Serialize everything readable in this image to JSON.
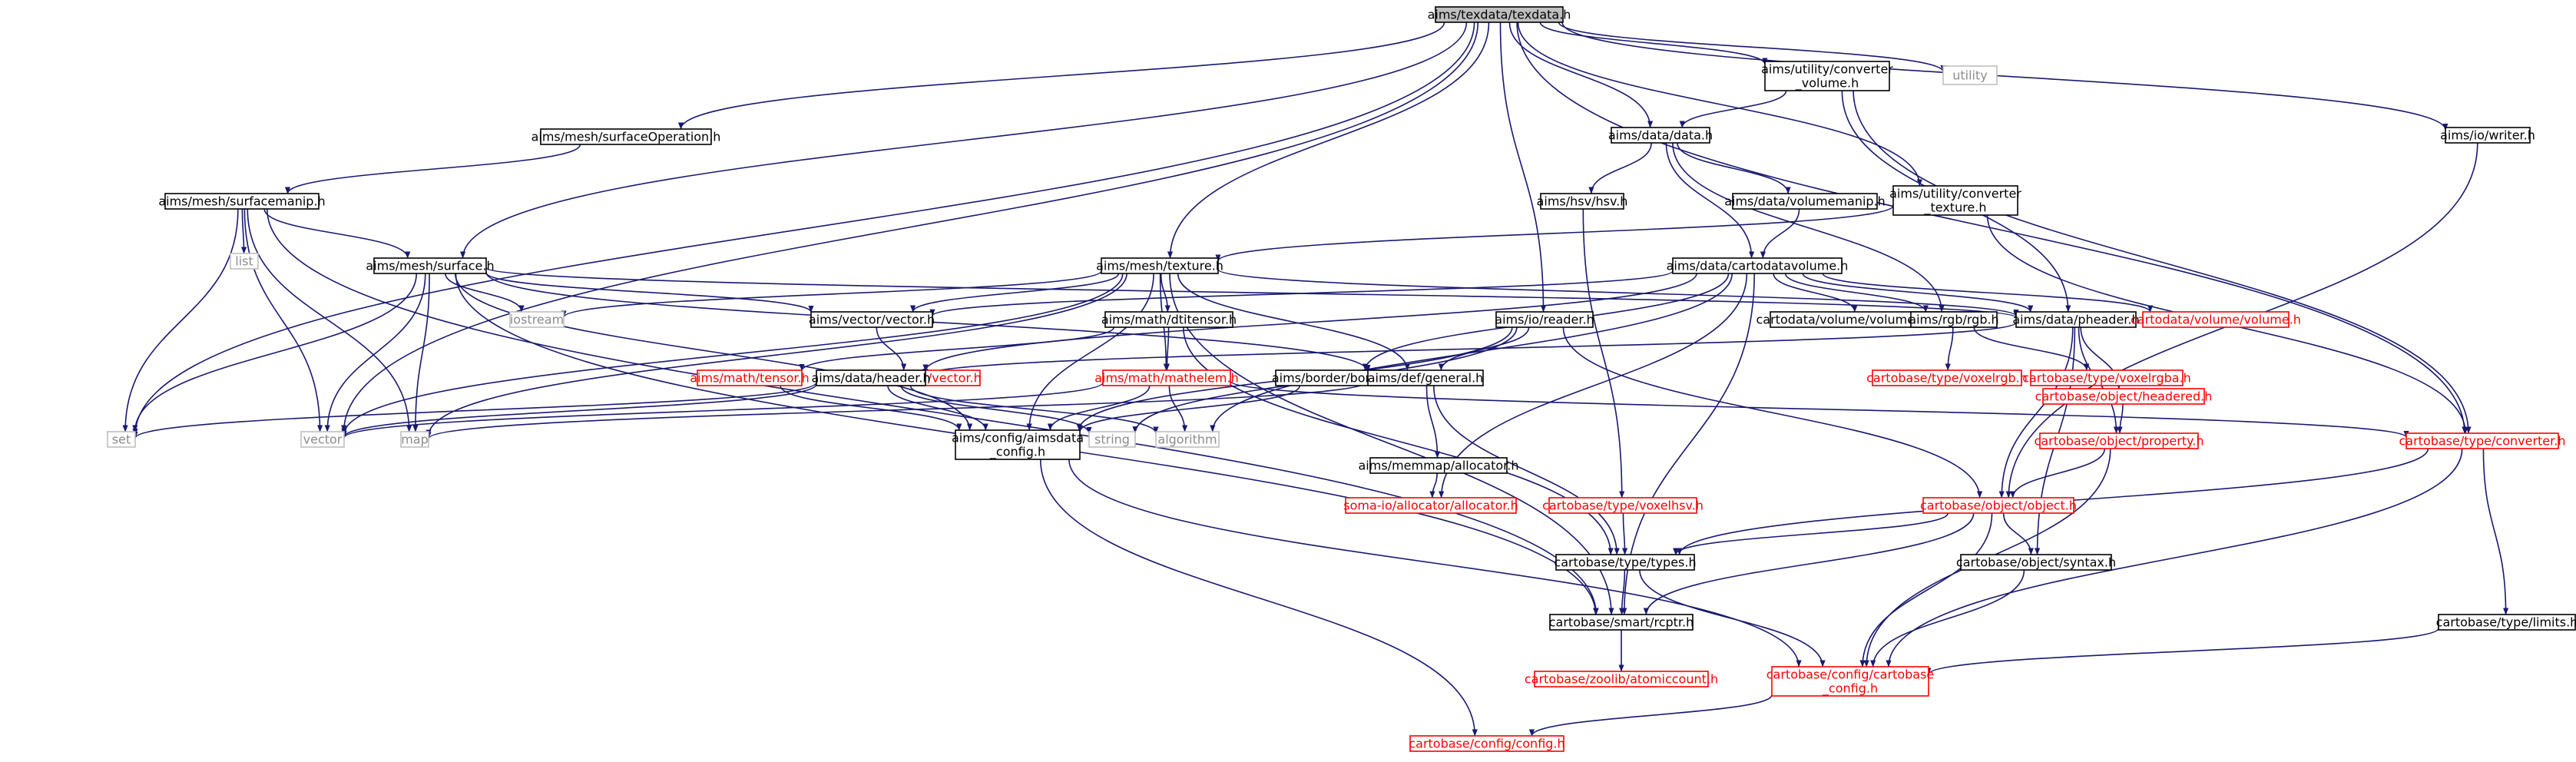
{
  "colors": {
    "edge": "#191970",
    "node_border": "#000000",
    "missing_border": "#ff0000",
    "system_border": "#bfbfbf",
    "root_fill": "#bfbfbf"
  },
  "nodes": [
    {
      "id": "n_texdata",
      "label": [
        "aims/texdata/texdata.h"
      ],
      "style": "root"
    },
    {
      "id": "n_utility",
      "label": [
        "utility"
      ],
      "style": "gray"
    },
    {
      "id": "n_conv_volume",
      "label": [
        "aims/utility/converter",
        "_volume.h"
      ],
      "style": "normal"
    },
    {
      "id": "n_iowriter",
      "label": [
        "aims/io/writer.h"
      ],
      "style": "normal"
    },
    {
      "id": "n_surfop",
      "label": [
        "aims/mesh/surfaceOperation.h"
      ],
      "style": "normal"
    },
    {
      "id": "n_datadata",
      "label": [
        "aims/data/data.h"
      ],
      "style": "normal"
    },
    {
      "id": "n_surfmanip",
      "label": [
        "aims/mesh/surfacemanip.h"
      ],
      "style": "normal"
    },
    {
      "id": "n_list",
      "label": [
        "list"
      ],
      "style": "gray"
    },
    {
      "id": "n_hsv",
      "label": [
        "aims/hsv/hsv.h"
      ],
      "style": "normal"
    },
    {
      "id": "n_volmanip",
      "label": [
        "aims/data/volumemanip.h"
      ],
      "style": "normal"
    },
    {
      "id": "n_conv_texture",
      "label": [
        "aims/utility/converter",
        "_texture.h"
      ],
      "style": "normal"
    },
    {
      "id": "n_surface",
      "label": [
        "aims/mesh/surface.h"
      ],
      "style": "normal"
    },
    {
      "id": "n_texture",
      "label": [
        "aims/mesh/texture.h"
      ],
      "style": "normal"
    },
    {
      "id": "n_cartovol",
      "label": [
        "aims/data/cartodatavolume.h"
      ],
      "style": "normal"
    },
    {
      "id": "n_iostream",
      "label": [
        "iostream"
      ],
      "style": "gray"
    },
    {
      "id": "n_vectorh",
      "label": [
        "aims/vector/vector.h"
      ],
      "style": "normal"
    },
    {
      "id": "n_dtitensor",
      "label": [
        "aims/math/dtitensor.h"
      ],
      "style": "normal"
    },
    {
      "id": "n_reader",
      "label": [
        "aims/io/reader.h"
      ],
      "style": "normal"
    },
    {
      "id": "n_volops",
      "label": [
        "cartodata/volume/volumeoperators.h"
      ],
      "style": "normal"
    },
    {
      "id": "n_rgb",
      "label": [
        "aims/rgb/rgb.h"
      ],
      "style": "normal"
    },
    {
      "id": "n_pheader",
      "label": [
        "aims/data/pheader.h"
      ],
      "style": "normal"
    },
    {
      "id": "n_volumeh",
      "label": [
        "cartodata/volume/volume.h"
      ],
      "style": "red"
    },
    {
      "id": "n_somavec",
      "label": [
        "soma-io/vector/vector.h"
      ],
      "style": "red"
    },
    {
      "id": "n_voxelrgb",
      "label": [
        "cartobase/type/voxelrgb.h"
      ],
      "style": "red"
    },
    {
      "id": "n_voxelrgba",
      "label": [
        "cartobase/type/voxelrgba.h"
      ],
      "style": "red"
    },
    {
      "id": "n_headered",
      "label": [
        "cartobase/object/headered.h"
      ],
      "style": "red"
    },
    {
      "id": "n_tensor",
      "label": [
        "aims/math/tensor.h"
      ],
      "style": "red"
    },
    {
      "id": "n_header",
      "label": [
        "aims/data/header.h"
      ],
      "style": "normal"
    },
    {
      "id": "n_mathelem",
      "label": [
        "aims/math/mathelem.h"
      ],
      "style": "red"
    },
    {
      "id": "n_border",
      "label": [
        "aims/border/border.h"
      ],
      "style": "normal"
    },
    {
      "id": "n_general",
      "label": [
        "aims/def/general.h"
      ],
      "style": "normal"
    },
    {
      "id": "n_set",
      "label": [
        "set"
      ],
      "style": "gray"
    },
    {
      "id": "n_vector",
      "label": [
        "vector"
      ],
      "style": "gray"
    },
    {
      "id": "n_map",
      "label": [
        "map"
      ],
      "style": "gray"
    },
    {
      "id": "n_aimsconfig",
      "label": [
        "aims/config/aimsdata",
        "_config.h"
      ],
      "style": "normal"
    },
    {
      "id": "n_string",
      "label": [
        "string"
      ],
      "style": "gray"
    },
    {
      "id": "n_algorithm",
      "label": [
        "algorithm"
      ],
      "style": "gray"
    },
    {
      "id": "n_allocatorh",
      "label": [
        "aims/memmap/allocator.h"
      ],
      "style": "normal"
    },
    {
      "id": "n_property",
      "label": [
        "cartobase/object/property.h"
      ],
      "style": "red"
    },
    {
      "id": "n_converter",
      "label": [
        "cartobase/type/converter.h"
      ],
      "style": "red"
    },
    {
      "id": "n_somaalloc",
      "label": [
        "soma-io/allocator/allocator.h"
      ],
      "style": "red"
    },
    {
      "id": "n_voxelhsv",
      "label": [
        "cartobase/type/voxelhsv.h"
      ],
      "style": "red"
    },
    {
      "id": "n_object",
      "label": [
        "cartobase/object/object.h"
      ],
      "style": "red"
    },
    {
      "id": "n_types",
      "label": [
        "cartobase/type/types.h"
      ],
      "style": "normal"
    },
    {
      "id": "n_syntax",
      "label": [
        "cartobase/object/syntax.h"
      ],
      "style": "normal"
    },
    {
      "id": "n_rcptr",
      "label": [
        "cartobase/smart/rcptr.h"
      ],
      "style": "normal"
    },
    {
      "id": "n_limits",
      "label": [
        "cartobase/type/limits.h"
      ],
      "style": "normal"
    },
    {
      "id": "n_atomic",
      "label": [
        "cartobase/zoolib/atomiccount.h"
      ],
      "style": "red"
    },
    {
      "id": "n_cbconfig",
      "label": [
        "cartobase/config/cartobase",
        "_config.h"
      ],
      "style": "red"
    },
    {
      "id": "n_config",
      "label": [
        "cartobase/config/config.h"
      ],
      "style": "red"
    }
  ],
  "edges": [
    [
      "n_texdata",
      "n_utility"
    ],
    [
      "n_texdata",
      "n_conv_volume"
    ],
    [
      "n_texdata",
      "n_iowriter"
    ],
    [
      "n_texdata",
      "n_surfop"
    ],
    [
      "n_texdata",
      "n_datadata"
    ],
    [
      "n_texdata",
      "n_conv_texture"
    ],
    [
      "n_texdata",
      "n_surface"
    ],
    [
      "n_texdata",
      "n_texture"
    ],
    [
      "n_texdata",
      "n_reader"
    ],
    [
      "n_texdata",
      "n_set"
    ],
    [
      "n_texdata",
      "n_vector"
    ],
    [
      "n_texdata",
      "n_converter"
    ],
    [
      "n_conv_volume",
      "n_datadata"
    ],
    [
      "n_conv_volume",
      "n_pheader"
    ],
    [
      "n_conv_volume",
      "n_converter"
    ],
    [
      "n_iowriter",
      "n_object"
    ],
    [
      "n_surfop",
      "n_surfmanip"
    ],
    [
      "n_datadata",
      "n_hsv"
    ],
    [
      "n_datadata",
      "n_volmanip"
    ],
    [
      "n_datadata",
      "n_cartovol"
    ],
    [
      "n_datadata",
      "n_rgb"
    ],
    [
      "n_surfmanip",
      "n_list"
    ],
    [
      "n_surfmanip",
      "n_surface"
    ],
    [
      "n_surfmanip",
      "n_set"
    ],
    [
      "n_surfmanip",
      "n_vector"
    ],
    [
      "n_surfmanip",
      "n_map"
    ],
    [
      "n_surfmanip",
      "n_rcptr"
    ],
    [
      "n_hsv",
      "n_voxelhsv"
    ],
    [
      "n_volmanip",
      "n_cartovol"
    ],
    [
      "n_conv_texture",
      "n_texture"
    ],
    [
      "n_conv_texture",
      "n_converter"
    ],
    [
      "n_surface",
      "n_iostream"
    ],
    [
      "n_surface",
      "n_vectorh"
    ],
    [
      "n_surface",
      "n_general"
    ],
    [
      "n_surface",
      "n_pheader"
    ],
    [
      "n_surface",
      "n_set"
    ],
    [
      "n_surface",
      "n_vector"
    ],
    [
      "n_surface",
      "n_map"
    ],
    [
      "n_surface",
      "n_aimsconfig"
    ],
    [
      "n_surface",
      "n_rcptr"
    ],
    [
      "n_texture",
      "n_iostream"
    ],
    [
      "n_texture",
      "n_vectorh"
    ],
    [
      "n_texture",
      "n_dtitensor"
    ],
    [
      "n_texture",
      "n_general"
    ],
    [
      "n_texture",
      "n_pheader"
    ],
    [
      "n_texture",
      "n_vector"
    ],
    [
      "n_texture",
      "n_map"
    ],
    [
      "n_texture",
      "n_aimsconfig"
    ],
    [
      "n_texture",
      "n_mathelem"
    ],
    [
      "n_texture",
      "n_rcptr"
    ],
    [
      "n_cartovol",
      "n_vectorh"
    ],
    [
      "n_cartovol",
      "n_volops"
    ],
    [
      "n_cartovol",
      "n_rgb"
    ],
    [
      "n_cartovol",
      "n_pheader"
    ],
    [
      "n_cartovol",
      "n_volumeh"
    ],
    [
      "n_cartovol",
      "n_somaalloc"
    ],
    [
      "n_cartovol",
      "n_header"
    ],
    [
      "n_cartovol",
      "n_border"
    ],
    [
      "n_cartovol",
      "n_rcptr"
    ],
    [
      "n_cartovol",
      "n_algorithm"
    ],
    [
      "n_vectorh",
      "n_somavec"
    ],
    [
      "n_dtitensor",
      "n_tensor"
    ],
    [
      "n_dtitensor",
      "n_mathelem"
    ],
    [
      "n_dtitensor",
      "n_types"
    ],
    [
      "n_reader",
      "n_general"
    ],
    [
      "n_reader",
      "n_object"
    ],
    [
      "n_reader",
      "n_string"
    ],
    [
      "n_reader",
      "n_aimsconfig"
    ],
    [
      "n_rgb",
      "n_voxelrgb"
    ],
    [
      "n_rgb",
      "n_voxelrgba"
    ],
    [
      "n_pheader",
      "n_headered"
    ],
    [
      "n_pheader",
      "n_property"
    ],
    [
      "n_pheader",
      "n_object"
    ],
    [
      "n_pheader",
      "n_syntax"
    ],
    [
      "n_pheader",
      "n_header"
    ],
    [
      "n_tensor",
      "n_aimsconfig"
    ],
    [
      "n_header",
      "n_aimsconfig"
    ],
    [
      "n_header",
      "n_string"
    ],
    [
      "n_header",
      "n_set"
    ],
    [
      "n_header",
      "n_vector"
    ],
    [
      "n_header",
      "n_algorithm"
    ],
    [
      "n_mathelem",
      "n_aimsconfig"
    ],
    [
      "n_mathelem",
      "n_vector"
    ],
    [
      "n_mathelem",
      "n_algorithm"
    ],
    [
      "n_mathelem",
      "n_converter"
    ],
    [
      "n_border",
      "n_aimsconfig"
    ],
    [
      "n_general",
      "n_allocatorh"
    ],
    [
      "n_general",
      "n_types"
    ],
    [
      "n_general",
      "n_map"
    ],
    [
      "n_aimsconfig",
      "n_cbconfig"
    ],
    [
      "n_aimsconfig",
      "n_config"
    ],
    [
      "n_allocatorh",
      "n_somaalloc"
    ],
    [
      "n_headered",
      "n_property"
    ],
    [
      "n_property",
      "n_object"
    ],
    [
      "n_property",
      "n_cbconfig"
    ],
    [
      "n_converter",
      "n_types"
    ],
    [
      "n_converter",
      "n_limits"
    ],
    [
      "n_converter",
      "n_cbconfig"
    ],
    [
      "n_voxelhsv",
      "n_types"
    ],
    [
      "n_object",
      "n_types"
    ],
    [
      "n_object",
      "n_syntax"
    ],
    [
      "n_object",
      "n_rcptr"
    ],
    [
      "n_object",
      "n_cbconfig"
    ],
    [
      "n_types",
      "n_rcptr"
    ],
    [
      "n_types",
      "n_cbconfig"
    ],
    [
      "n_syntax",
      "n_cbconfig"
    ],
    [
      "n_rcptr",
      "n_atomic"
    ],
    [
      "n_limits",
      "n_cbconfig"
    ],
    [
      "n_cbconfig",
      "n_config"
    ]
  ]
}
